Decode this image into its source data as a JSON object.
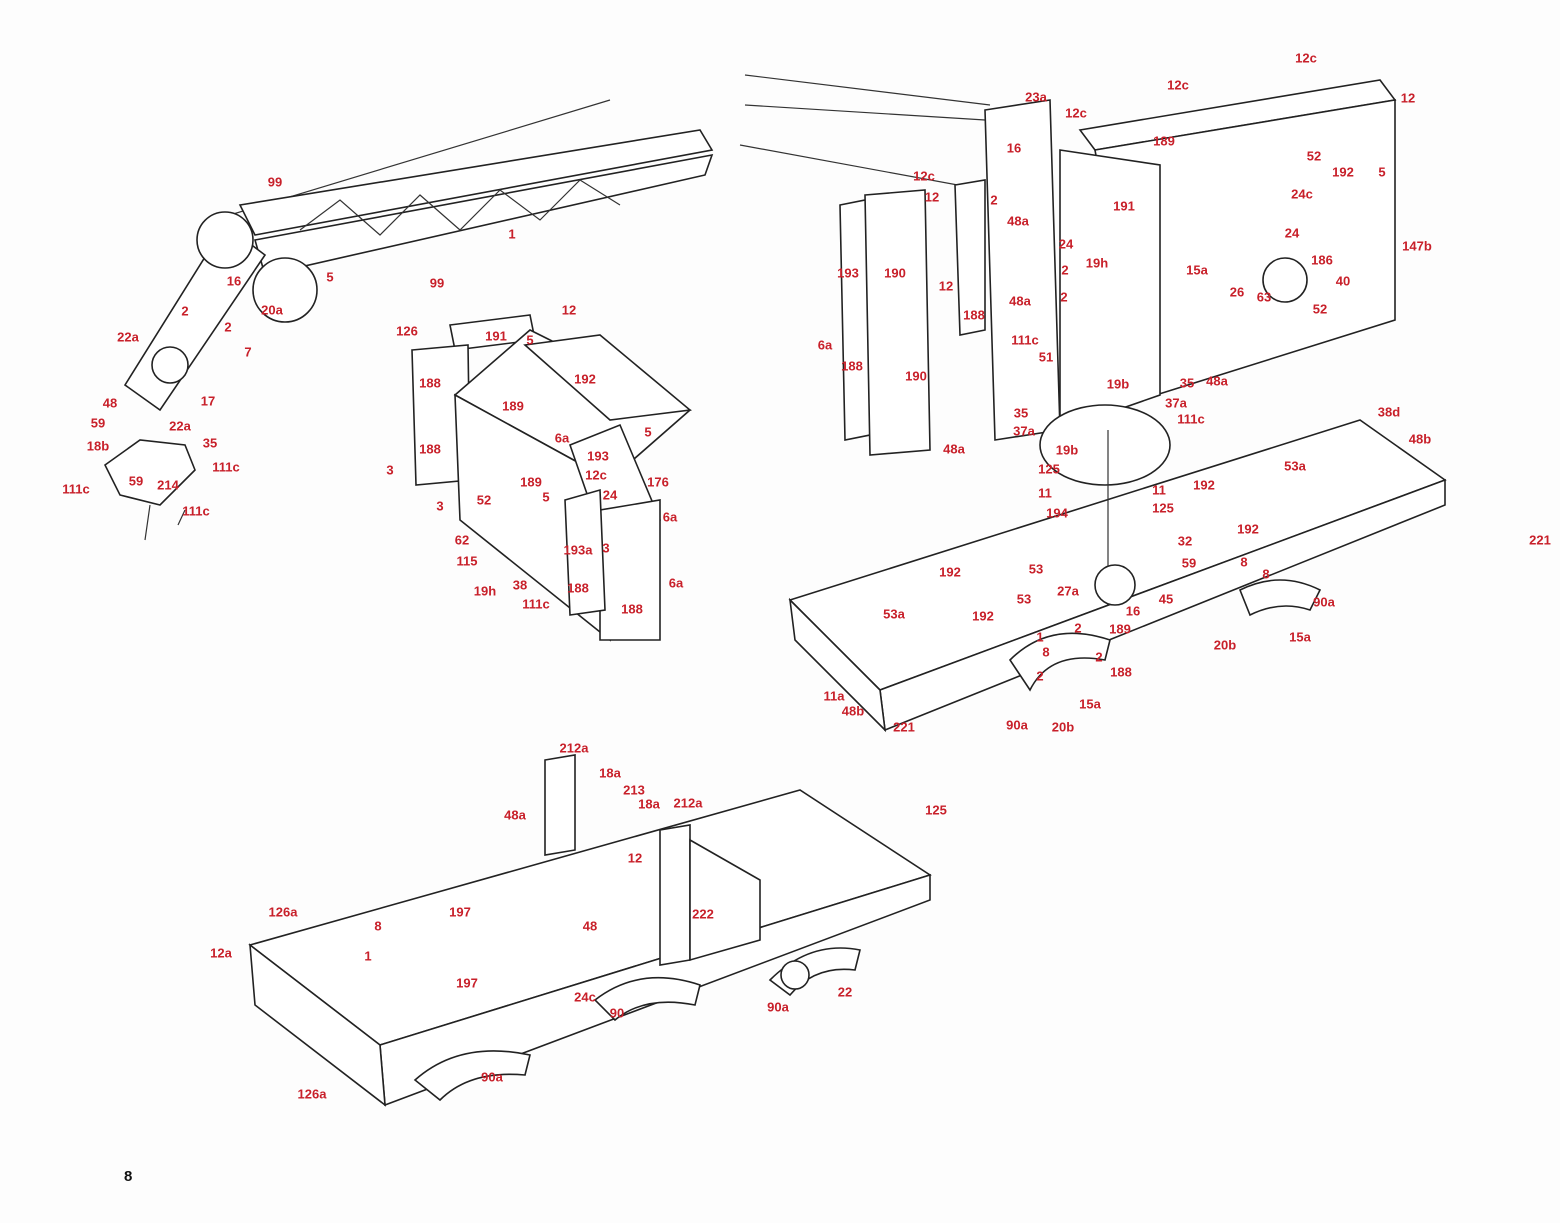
{
  "page_number": "8",
  "colors": {
    "label": "#c8202a",
    "line": "#222222"
  },
  "assemblies": {
    "boom": {
      "labels": [
        "99",
        "99",
        "1",
        "16",
        "5",
        "2",
        "20a",
        "2",
        "22a",
        "7",
        "48",
        "17",
        "59",
        "22a",
        "18b",
        "35",
        "111c",
        "59",
        "214",
        "111c",
        "111c"
      ]
    },
    "cab_front": {
      "labels": [
        "12",
        "126",
        "191",
        "5",
        "192",
        "188",
        "189",
        "6a",
        "5",
        "188",
        "3",
        "193",
        "12c",
        "189",
        "176",
        "5",
        "24",
        "3",
        "52",
        "6a",
        "62",
        "115",
        "193a",
        "3",
        "38",
        "19h",
        "111c",
        "188",
        "6a",
        "188"
      ]
    },
    "cab_rear": {
      "labels": [
        "12c",
        "12c",
        "12",
        "23a",
        "12c",
        "189",
        "16",
        "52",
        "192",
        "5",
        "12c",
        "12",
        "2",
        "191",
        "24c",
        "48a",
        "24",
        "24",
        "147b",
        "193",
        "190",
        "19h",
        "2",
        "15a",
        "186",
        "12",
        "26",
        "63",
        "40",
        "2",
        "48a",
        "188",
        "52",
        "6a",
        "111c",
        "51",
        "188",
        "48a",
        "190",
        "35",
        "19b",
        "37a",
        "35",
        "111c",
        "37a",
        "48a"
      ]
    },
    "chassis": {
      "labels": [
        "38d",
        "48b",
        "19b",
        "125",
        "53a",
        "11",
        "11",
        "192",
        "194",
        "125",
        "192",
        "32",
        "221",
        "53",
        "192",
        "27a",
        "59",
        "8",
        "8",
        "45",
        "53a",
        "192",
        "53",
        "16",
        "189",
        "90a",
        "15a",
        "1",
        "2",
        "2",
        "8",
        "20b",
        "188",
        "2",
        "11a",
        "48b",
        "15a",
        "221",
        "90a",
        "20b"
      ]
    },
    "base": {
      "labels": [
        "212a",
        "18a",
        "213",
        "18a",
        "212a",
        "48a",
        "125",
        "12",
        "197",
        "48",
        "8",
        "126a",
        "222",
        "12a",
        "1",
        "197",
        "24c",
        "90",
        "22",
        "90a",
        "126a",
        "90a"
      ]
    }
  }
}
